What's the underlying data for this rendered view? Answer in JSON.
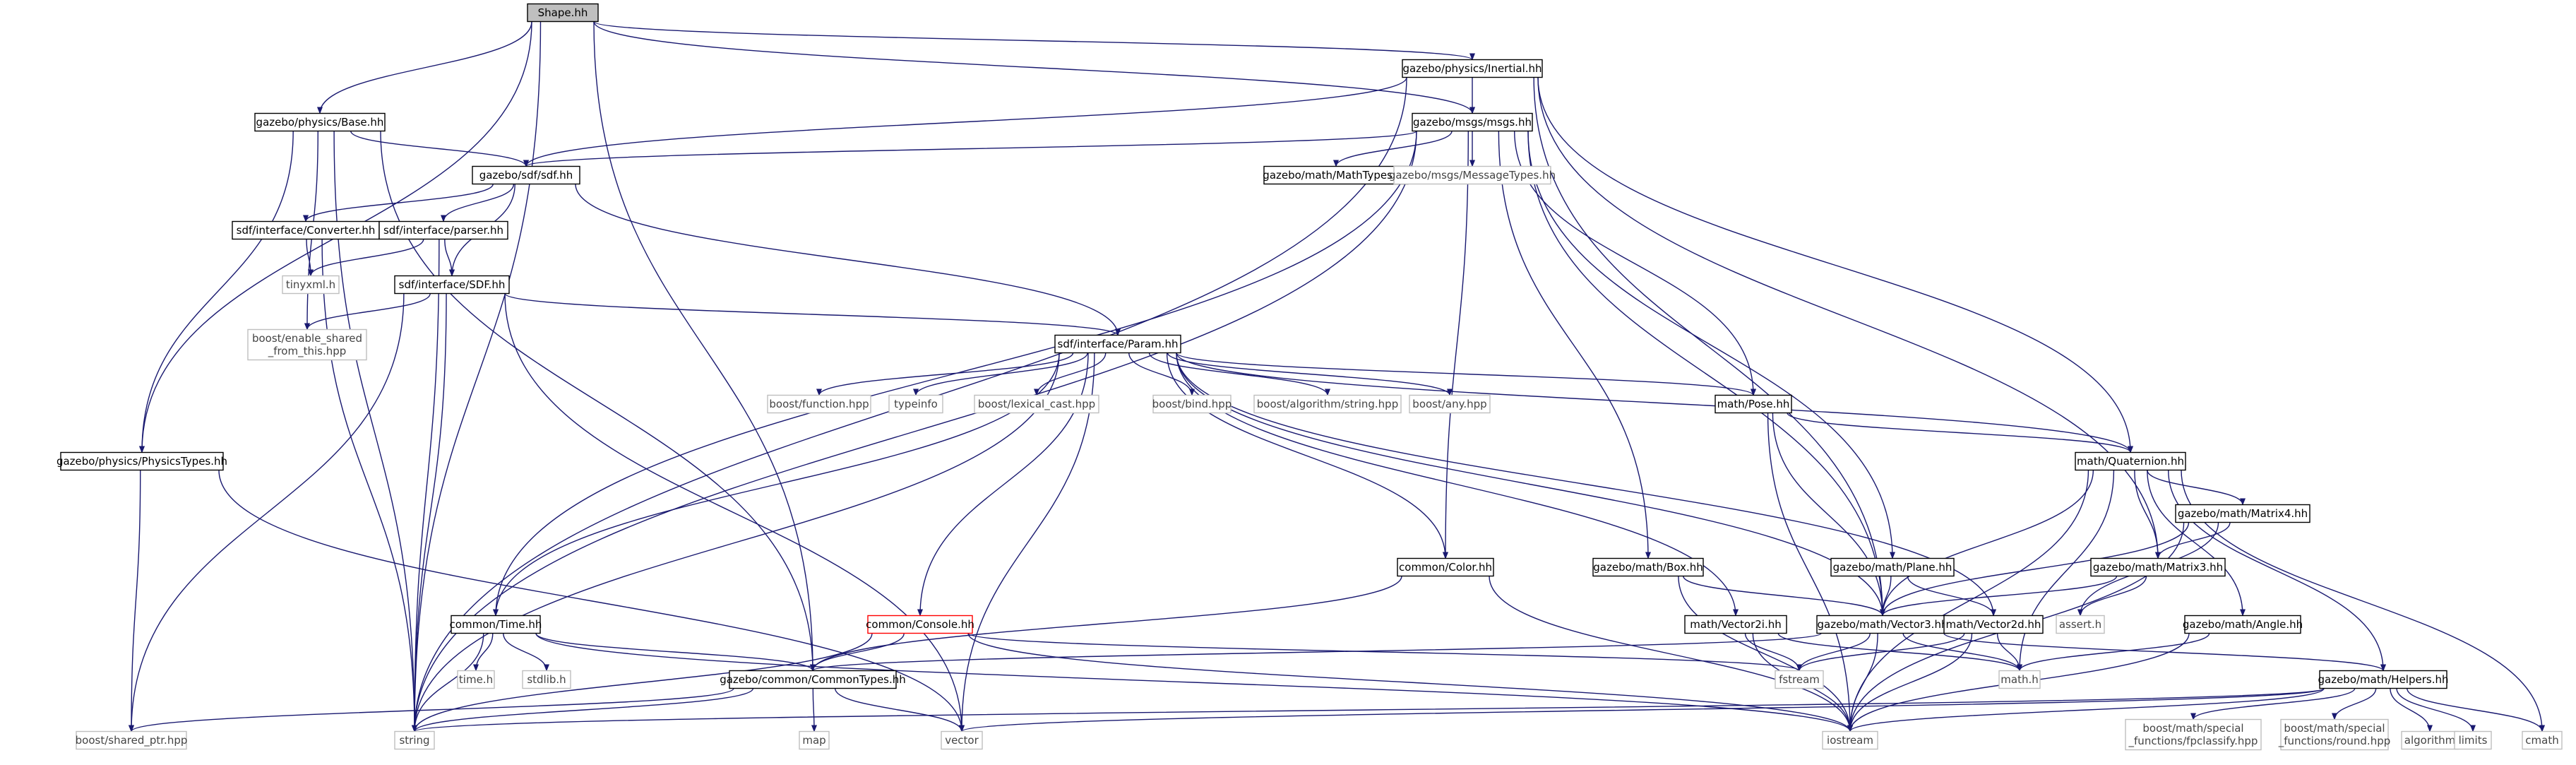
{
  "diagram": {
    "type": "include-dependency-graph",
    "edge_color": "#191970",
    "node_border": "#000000",
    "external_border": "#bfbfbf",
    "root_fill": "#bfbfbf",
    "highlight_border": "#ff0000",
    "nodes": [
      {
        "id": "shape",
        "lines": [
          "Shape.hh"
        ],
        "kind": "root"
      },
      {
        "id": "inertial",
        "lines": [
          "gazebo/physics/Inertial.hh"
        ],
        "kind": "doc"
      },
      {
        "id": "base",
        "lines": [
          "gazebo/physics/Base.hh"
        ],
        "kind": "doc"
      },
      {
        "id": "msgs",
        "lines": [
          "gazebo/msgs/msgs.hh"
        ],
        "kind": "doc"
      },
      {
        "id": "sdf",
        "lines": [
          "gazebo/sdf/sdf.hh"
        ],
        "kind": "doc"
      },
      {
        "id": "mathtypes",
        "lines": [
          "gazebo/math/MathTypes.hh"
        ],
        "kind": "doc"
      },
      {
        "id": "msgtypes",
        "lines": [
          "gazebo/msgs/MessageTypes.hh"
        ],
        "kind": "ext"
      },
      {
        "id": "converter",
        "lines": [
          "sdf/interface/Converter.hh"
        ],
        "kind": "doc"
      },
      {
        "id": "parser",
        "lines": [
          "sdf/interface/parser.hh"
        ],
        "kind": "doc"
      },
      {
        "id": "tinyxml",
        "lines": [
          "tinyxml.h"
        ],
        "kind": "ext"
      },
      {
        "id": "sdfint",
        "lines": [
          "sdf/interface/SDF.hh"
        ],
        "kind": "doc"
      },
      {
        "id": "enableshared",
        "lines": [
          "boost/enable_shared",
          "_from_this.hpp"
        ],
        "kind": "ext"
      },
      {
        "id": "param",
        "lines": [
          "sdf/interface/Param.hh"
        ],
        "kind": "doc"
      },
      {
        "id": "bfunction",
        "lines": [
          "boost/function.hpp"
        ],
        "kind": "ext"
      },
      {
        "id": "typeinfo",
        "lines": [
          "typeinfo"
        ],
        "kind": "ext"
      },
      {
        "id": "blexical",
        "lines": [
          "boost/lexical_cast.hpp"
        ],
        "kind": "ext"
      },
      {
        "id": "bbind",
        "lines": [
          "boost/bind.hpp"
        ],
        "kind": "ext"
      },
      {
        "id": "balgo",
        "lines": [
          "boost/algorithm/string.hpp"
        ],
        "kind": "ext"
      },
      {
        "id": "bany",
        "lines": [
          "boost/any.hpp"
        ],
        "kind": "ext"
      },
      {
        "id": "pose",
        "lines": [
          "math/Pose.hh"
        ],
        "kind": "doc"
      },
      {
        "id": "quat",
        "lines": [
          "math/Quaternion.hh"
        ],
        "kind": "doc"
      },
      {
        "id": "physicstypes",
        "lines": [
          "gazebo/physics/PhysicsTypes.hh"
        ],
        "kind": "doc"
      },
      {
        "id": "matrix4",
        "lines": [
          "gazebo/math/Matrix4.hh"
        ],
        "kind": "doc"
      },
      {
        "id": "color",
        "lines": [
          "common/Color.hh"
        ],
        "kind": "doc"
      },
      {
        "id": "box",
        "lines": [
          "gazebo/math/Box.hh"
        ],
        "kind": "doc"
      },
      {
        "id": "plane",
        "lines": [
          "gazebo/math/Plane.hh"
        ],
        "kind": "doc"
      },
      {
        "id": "matrix3",
        "lines": [
          "gazebo/math/Matrix3.hh"
        ],
        "kind": "doc"
      },
      {
        "id": "console",
        "lines": [
          "common/Console.hh"
        ],
        "kind": "warn"
      },
      {
        "id": "time",
        "lines": [
          "common/Time.hh"
        ],
        "kind": "doc"
      },
      {
        "id": "vector2i",
        "lines": [
          "math/Vector2i.hh"
        ],
        "kind": "doc"
      },
      {
        "id": "vector3",
        "lines": [
          "gazebo/math/Vector3.hh"
        ],
        "kind": "doc"
      },
      {
        "id": "vector2d",
        "lines": [
          "math/Vector2d.hh"
        ],
        "kind": "doc"
      },
      {
        "id": "assert",
        "lines": [
          "assert.h"
        ],
        "kind": "ext"
      },
      {
        "id": "angle",
        "lines": [
          "gazebo/math/Angle.hh"
        ],
        "kind": "doc"
      },
      {
        "id": "timeh",
        "lines": [
          "time.h"
        ],
        "kind": "ext"
      },
      {
        "id": "stdlib",
        "lines": [
          "stdlib.h"
        ],
        "kind": "ext"
      },
      {
        "id": "commontypes",
        "lines": [
          "gazebo/common/CommonTypes.hh"
        ],
        "kind": "doc"
      },
      {
        "id": "fstream",
        "lines": [
          "fstream"
        ],
        "kind": "ext"
      },
      {
        "id": "mathh",
        "lines": [
          "math.h"
        ],
        "kind": "ext"
      },
      {
        "id": "helpers",
        "lines": [
          "gazebo/math/Helpers.hh"
        ],
        "kind": "doc"
      },
      {
        "id": "sharedptr",
        "lines": [
          "boost/shared_ptr.hpp"
        ],
        "kind": "ext"
      },
      {
        "id": "string",
        "lines": [
          "string"
        ],
        "kind": "ext"
      },
      {
        "id": "map",
        "lines": [
          "map"
        ],
        "kind": "ext"
      },
      {
        "id": "vector",
        "lines": [
          "vector"
        ],
        "kind": "ext"
      },
      {
        "id": "iostream",
        "lines": [
          "iostream"
        ],
        "kind": "ext"
      },
      {
        "id": "fpclassify",
        "lines": [
          "boost/math/special",
          "_functions/fpclassify.hpp"
        ],
        "kind": "ext"
      },
      {
        "id": "round",
        "lines": [
          "boost/math/special",
          "_functions/round.hpp"
        ],
        "kind": "ext"
      },
      {
        "id": "algorithm",
        "lines": [
          "algorithm"
        ],
        "kind": "ext"
      },
      {
        "id": "limits",
        "lines": [
          "limits"
        ],
        "kind": "ext"
      },
      {
        "id": "cmath",
        "lines": [
          "cmath"
        ],
        "kind": "ext"
      }
    ],
    "edges": [
      [
        "shape",
        "inertial"
      ],
      [
        "shape",
        "base"
      ],
      [
        "shape",
        "msgs"
      ],
      [
        "shape",
        "physicstypes"
      ],
      [
        "shape",
        "commontypes"
      ],
      [
        "shape",
        "string"
      ],
      [
        "inertial",
        "msgs"
      ],
      [
        "inertial",
        "sdf"
      ],
      [
        "inertial",
        "quat"
      ],
      [
        "inertial",
        "matrix3"
      ],
      [
        "inertial",
        "vector3"
      ],
      [
        "inertial",
        "string"
      ],
      [
        "base",
        "sdf"
      ],
      [
        "base",
        "enableshared"
      ],
      [
        "base",
        "physicstypes"
      ],
      [
        "base",
        "commontypes"
      ],
      [
        "base",
        "string"
      ],
      [
        "msgs",
        "sdf"
      ],
      [
        "msgs",
        "mathtypes"
      ],
      [
        "msgs",
        "msgtypes"
      ],
      [
        "msgs",
        "pose"
      ],
      [
        "msgs",
        "plane"
      ],
      [
        "msgs",
        "box"
      ],
      [
        "msgs",
        "vector3"
      ],
      [
        "msgs",
        "color"
      ],
      [
        "msgs",
        "time"
      ],
      [
        "msgs",
        "string"
      ],
      [
        "sdf",
        "converter"
      ],
      [
        "sdf",
        "parser"
      ],
      [
        "sdf",
        "sdfint"
      ],
      [
        "sdf",
        "param"
      ],
      [
        "converter",
        "tinyxml"
      ],
      [
        "converter",
        "string"
      ],
      [
        "parser",
        "tinyxml"
      ],
      [
        "parser",
        "sdfint"
      ],
      [
        "parser",
        "string"
      ],
      [
        "sdfint",
        "enableshared"
      ],
      [
        "sdfint",
        "param"
      ],
      [
        "sdfint",
        "sharedptr"
      ],
      [
        "sdfint",
        "vector"
      ],
      [
        "sdfint",
        "string"
      ],
      [
        "param",
        "bfunction"
      ],
      [
        "param",
        "typeinfo"
      ],
      [
        "param",
        "blexical"
      ],
      [
        "param",
        "bbind"
      ],
      [
        "param",
        "balgo"
      ],
      [
        "param",
        "bany"
      ],
      [
        "param",
        "pose"
      ],
      [
        "param",
        "quat"
      ],
      [
        "param",
        "color"
      ],
      [
        "param",
        "console"
      ],
      [
        "param",
        "time"
      ],
      [
        "param",
        "vector2i"
      ],
      [
        "param",
        "vector3"
      ],
      [
        "param",
        "vector2d"
      ],
      [
        "param",
        "vector"
      ],
      [
        "param",
        "string"
      ],
      [
        "pose",
        "quat"
      ],
      [
        "pose",
        "vector3"
      ],
      [
        "pose",
        "iostream"
      ],
      [
        "quat",
        "matrix4"
      ],
      [
        "quat",
        "matrix3"
      ],
      [
        "quat",
        "vector3"
      ],
      [
        "quat",
        "angle"
      ],
      [
        "quat",
        "helpers"
      ],
      [
        "quat",
        "mathh"
      ],
      [
        "quat",
        "iostream"
      ],
      [
        "quat",
        "cmath"
      ],
      [
        "physicstypes",
        "sharedptr"
      ],
      [
        "physicstypes",
        "vector"
      ],
      [
        "matrix4",
        "matrix3"
      ],
      [
        "matrix4",
        "vector3"
      ],
      [
        "matrix4",
        "assert"
      ],
      [
        "matrix4",
        "iostream"
      ],
      [
        "color",
        "commontypes"
      ],
      [
        "color",
        "iostream"
      ],
      [
        "box",
        "vector3"
      ],
      [
        "box",
        "iostream"
      ],
      [
        "plane",
        "vector3"
      ],
      [
        "plane",
        "vector2d"
      ],
      [
        "matrix3",
        "vector3"
      ],
      [
        "matrix3",
        "assert"
      ],
      [
        "console",
        "commontypes"
      ],
      [
        "console",
        "fstream"
      ],
      [
        "console",
        "iostream"
      ],
      [
        "console",
        "string"
      ],
      [
        "time",
        "commontypes"
      ],
      [
        "time",
        "timeh"
      ],
      [
        "time",
        "stdlib"
      ],
      [
        "time",
        "iostream"
      ],
      [
        "time",
        "string"
      ],
      [
        "vector2i",
        "mathh"
      ],
      [
        "vector2i",
        "fstream"
      ],
      [
        "vector2i",
        "iostream"
      ],
      [
        "vector3",
        "commontypes"
      ],
      [
        "vector3",
        "helpers"
      ],
      [
        "vector3",
        "mathh"
      ],
      [
        "vector3",
        "fstream"
      ],
      [
        "vector3",
        "iostream"
      ],
      [
        "vector2d",
        "mathh"
      ],
      [
        "vector2d",
        "fstream"
      ],
      [
        "vector2d",
        "iostream"
      ],
      [
        "angle",
        "mathh"
      ],
      [
        "angle",
        "iostream"
      ],
      [
        "commontypes",
        "sharedptr"
      ],
      [
        "commontypes",
        "map"
      ],
      [
        "commontypes",
        "vector"
      ],
      [
        "commontypes",
        "string"
      ],
      [
        "helpers",
        "fpclassify"
      ],
      [
        "helpers",
        "round"
      ],
      [
        "helpers",
        "algorithm"
      ],
      [
        "helpers",
        "limits"
      ],
      [
        "helpers",
        "cmath"
      ],
      [
        "helpers",
        "iostream"
      ],
      [
        "helpers",
        "vector"
      ],
      [
        "helpers",
        "string"
      ]
    ]
  }
}
